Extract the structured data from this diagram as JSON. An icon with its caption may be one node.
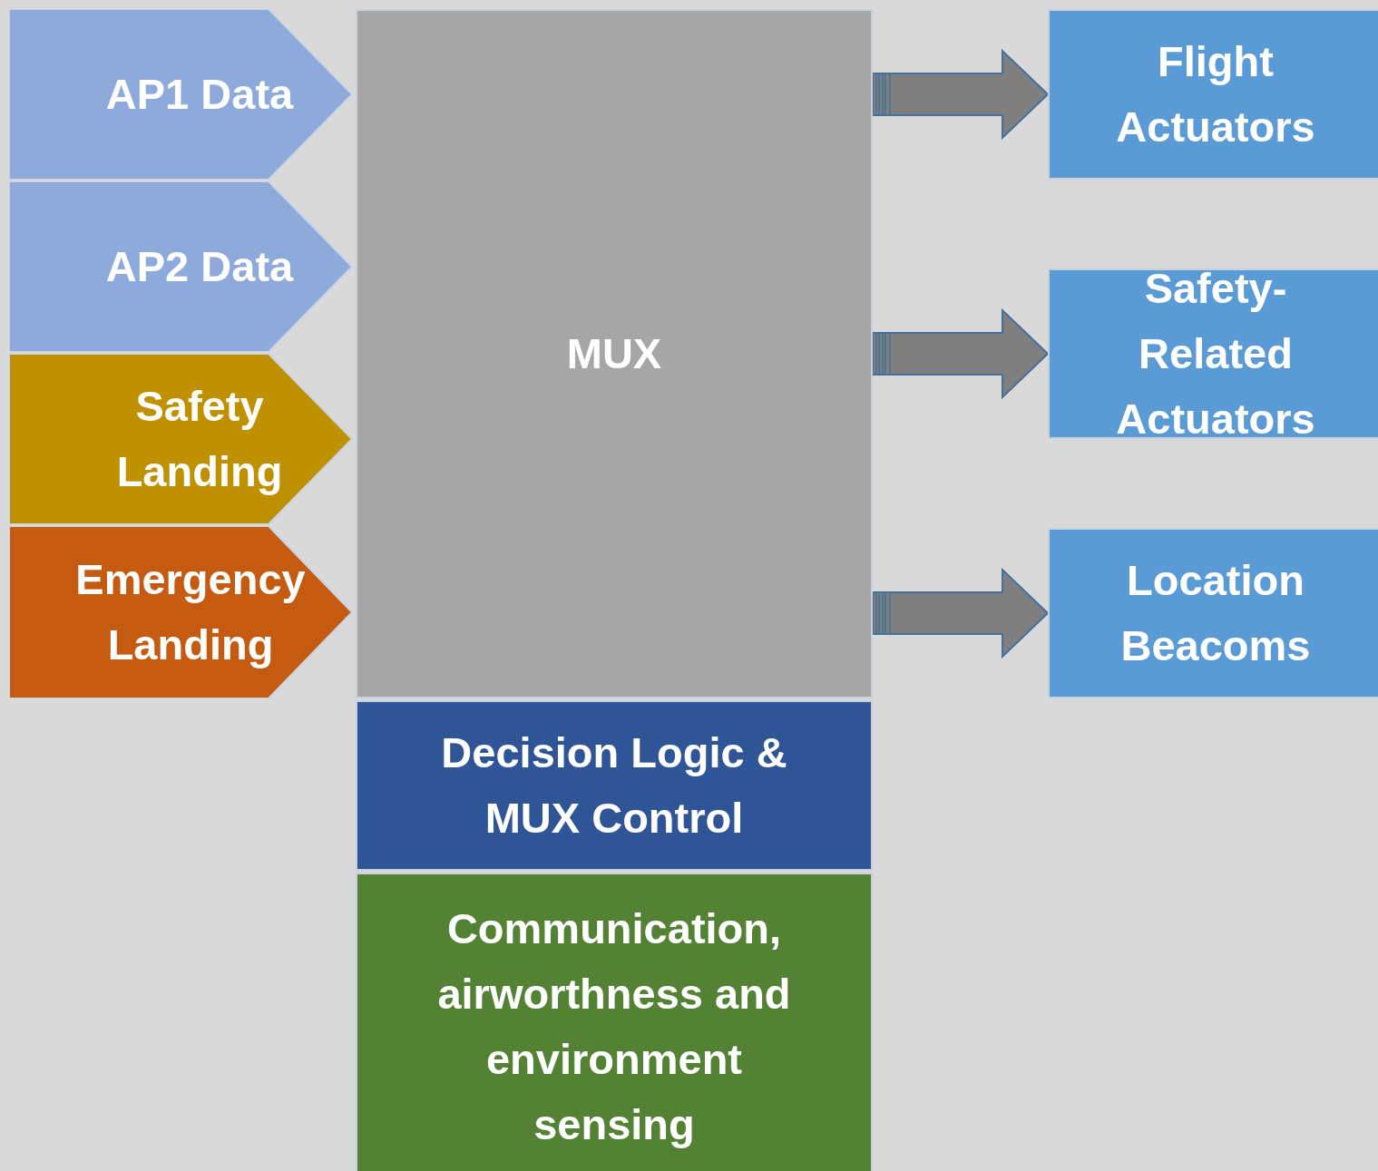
{
  "diagram": {
    "nodes": [
      {
        "text": [
          "AP1 Data"
        ]
      },
      {
        "text": [
          "AP2 Data"
        ]
      },
      {
        "text": [
          "Safety Landing"
        ]
      },
      {
        "text": [
          "Emergency Landing"
        ]
      },
      {
        "text": [
          "MUX"
        ]
      },
      {
        "text": [
          "Decision Logic & MUX Control"
        ]
      },
      {
        "text": [
          "Communication, airworthness and environment sensing"
        ]
      },
      {
        "text": [
          "Flight Actuators"
        ]
      },
      {
        "text": [
          "Safety-Related Actuators"
        ]
      },
      {
        "text": [
          "Location Beacoms"
        ]
      }
    ],
    "edges": [
      {
        "from": 4,
        "to": 7,
        "arrow": "to",
        "style": "thick"
      },
      {
        "from": 4,
        "to": 8,
        "arrow": "to",
        "style": "thick"
      },
      {
        "from": 4,
        "to": 9,
        "arrow": "to",
        "style": "thick"
      }
    ]
  }
}
